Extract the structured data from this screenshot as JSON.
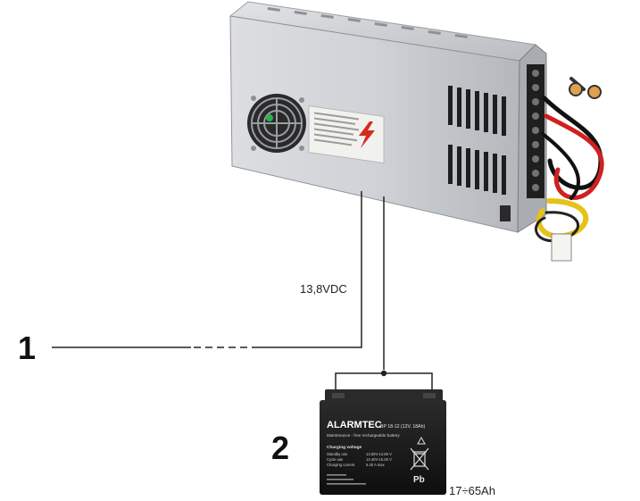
{
  "labels": {
    "marker_1": "1",
    "marker_2": "2",
    "output_voltage": "13,8VDC",
    "battery_capacity": "17÷65Ah"
  },
  "battery": {
    "brand": "ALARMTEC",
    "model": "BP 18-12 (12V, 18Ah)",
    "tagline": "Maintenance - free rechargeable battery",
    "charging_heading": "Charging voltage",
    "spec_rows": [
      {
        "label": "Standby use",
        "value": "13.50V-13.80 V"
      },
      {
        "label": "Cycle use",
        "value": "14.40V-15.00 V"
      },
      {
        "label": "Charging current",
        "value": "5.40 A max"
      }
    ],
    "recycle_symbol": "Pb"
  },
  "colors": {
    "line": "#222222",
    "psu_body": "#c9ccd0",
    "battery_body": "#1a1a1a",
    "warning_accent": "#d62a1f"
  }
}
